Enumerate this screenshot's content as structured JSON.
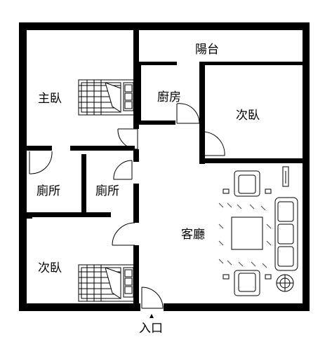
{
  "rooms": {
    "master_bedroom": "主臥",
    "balcony": "陽台",
    "kitchen": "廚房",
    "second_bedroom_right": "次臥",
    "toilet_1": "廁所",
    "toilet_2": "廁所",
    "living_room": "客廳",
    "second_bedroom_left": "次臥"
  },
  "entrance": "入口",
  "colors": {
    "wall": "#000000",
    "background": "#ffffff",
    "line": "#222222"
  }
}
